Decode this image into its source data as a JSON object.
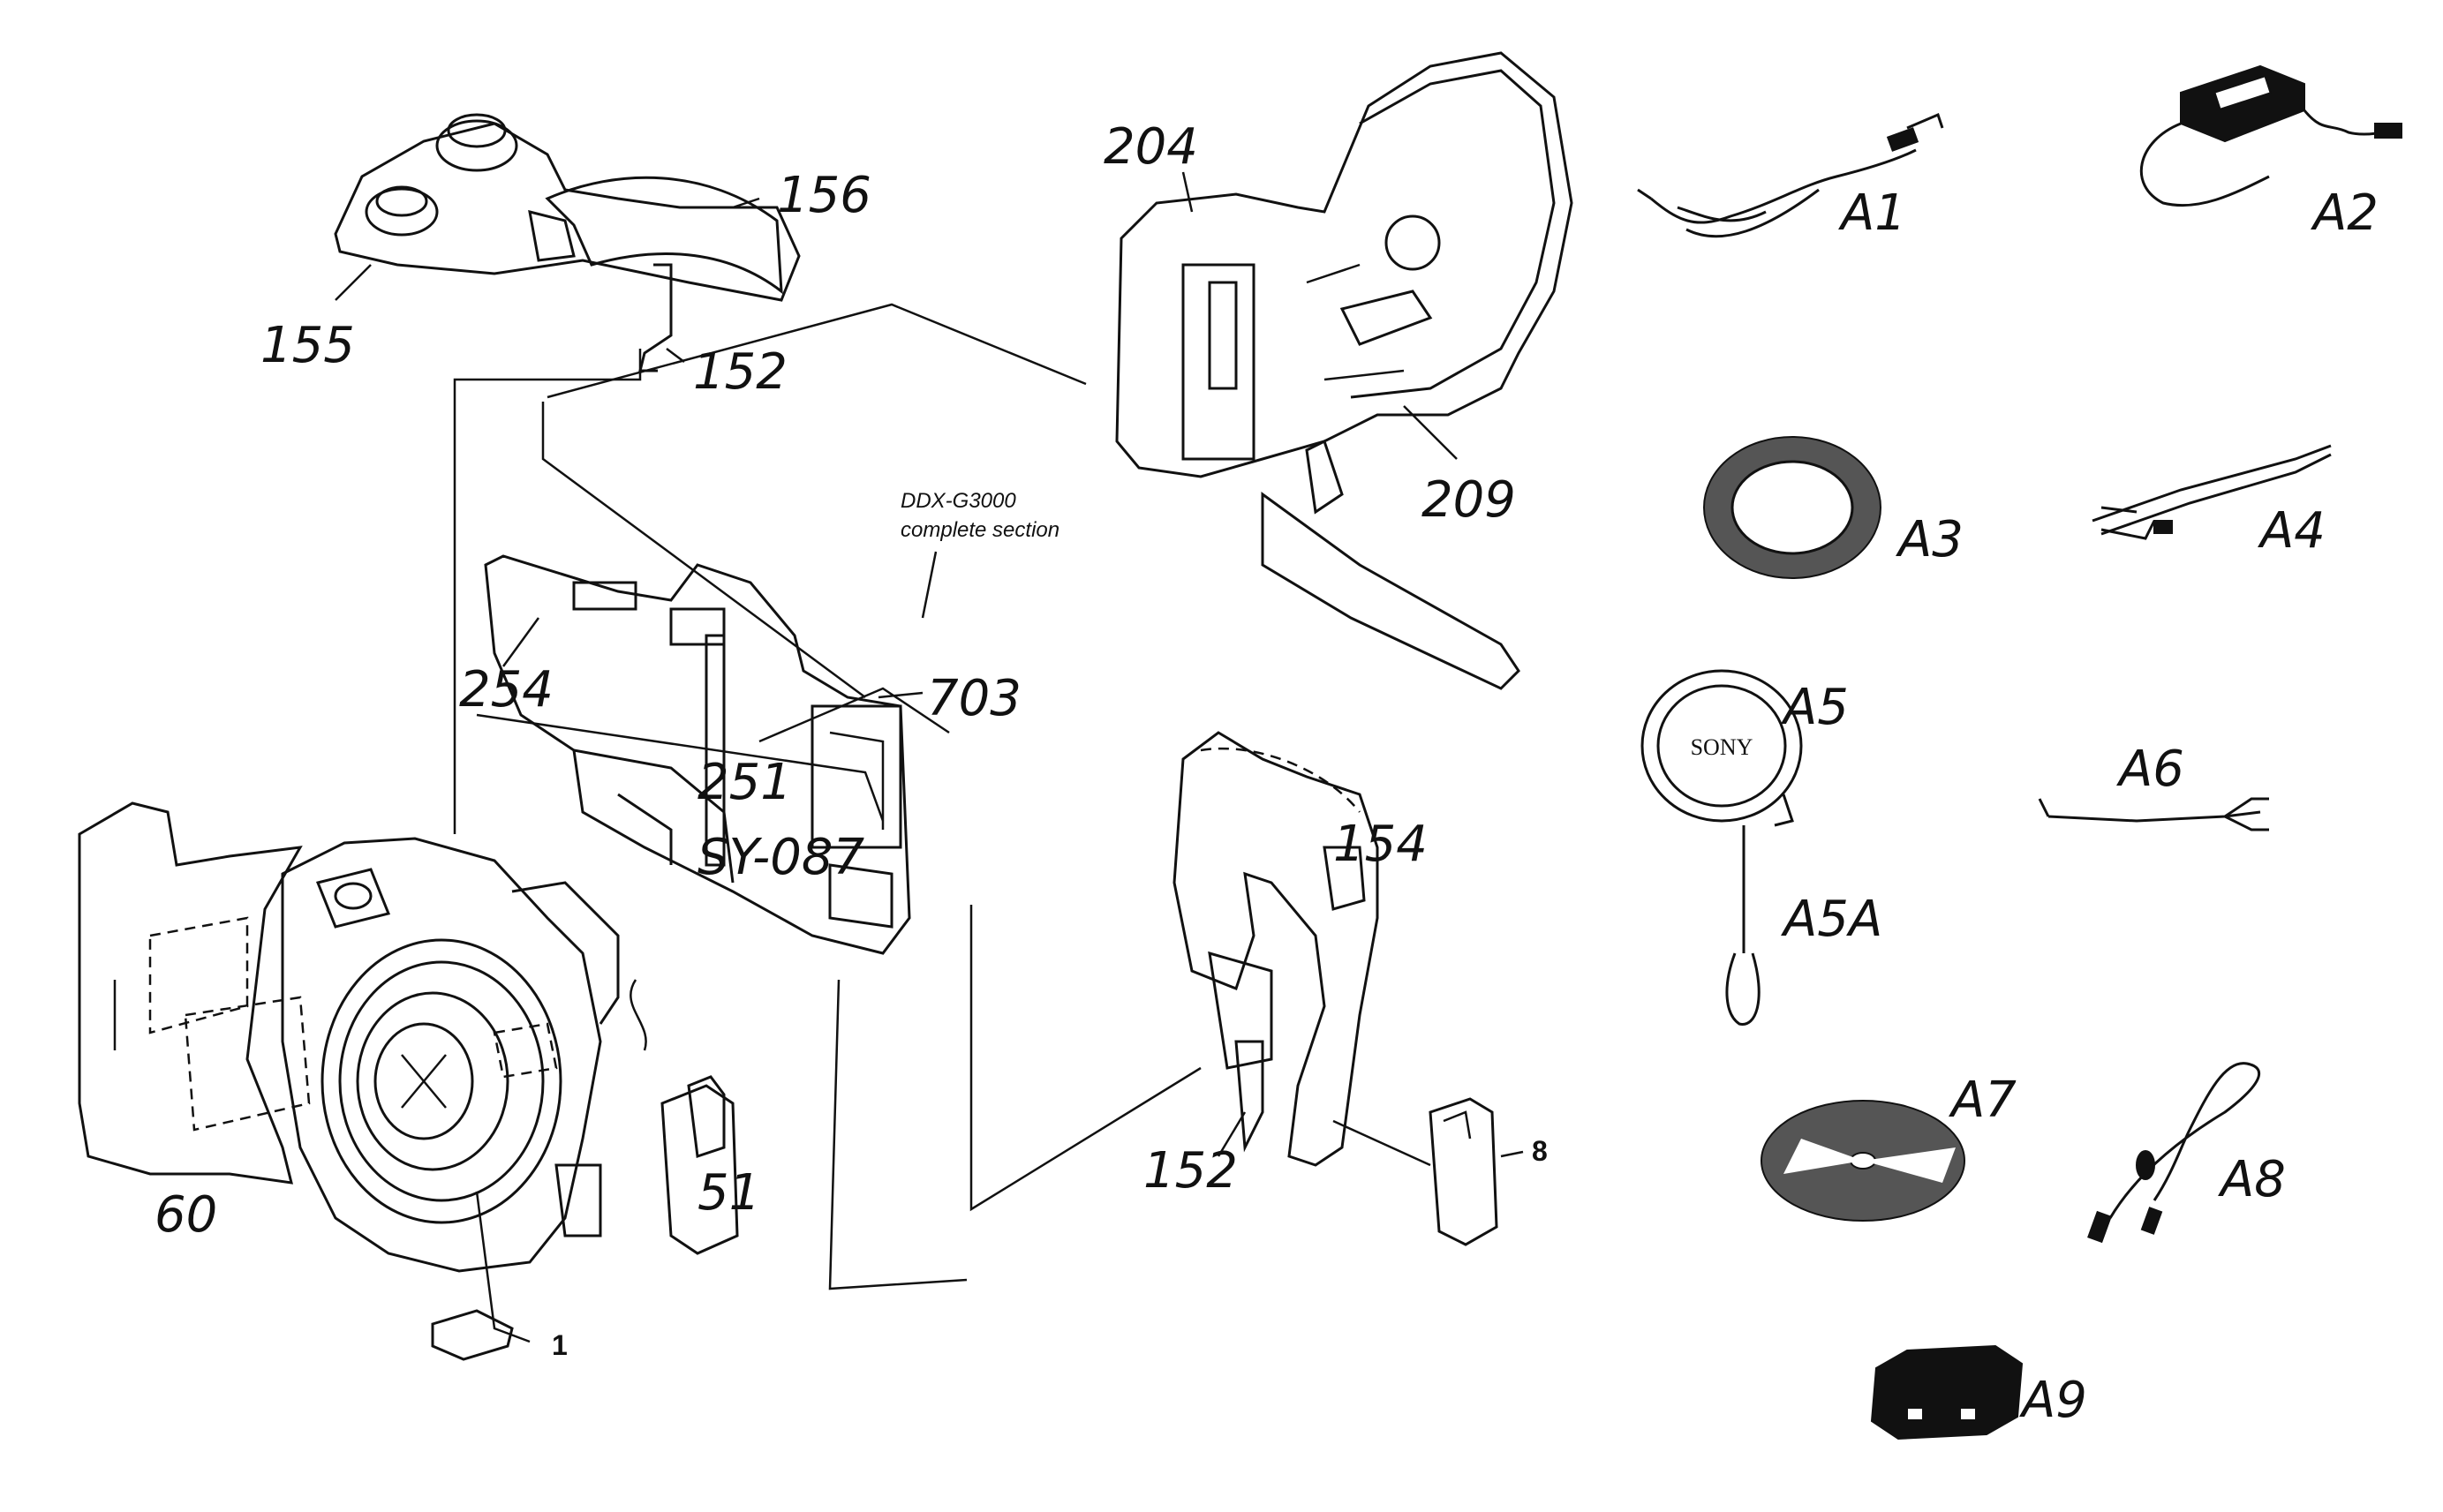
{
  "labels": {
    "l155": "155",
    "l156": "156",
    "l152a": "152",
    "l204": "204",
    "l209": "209",
    "lddx1": "DDX-G3000",
    "lddx2": "complete section",
    "l703": "703",
    "l254": "254",
    "l251": "251",
    "lsy": "SY-087",
    "l154": "154",
    "l60": "60",
    "l51": "51",
    "l1": "1",
    "l152b": "152",
    "l8": "8",
    "lA1": "A1",
    "lA2": "A2",
    "lA3": "A3",
    "lA4": "A4",
    "lA5": "A5",
    "lA5A": "A5A",
    "lA6": "A6",
    "lA7": "A7",
    "lA8": "A8",
    "lA9": "A9"
  },
  "icons": {
    "lens_cap_brand": "SONY"
  }
}
